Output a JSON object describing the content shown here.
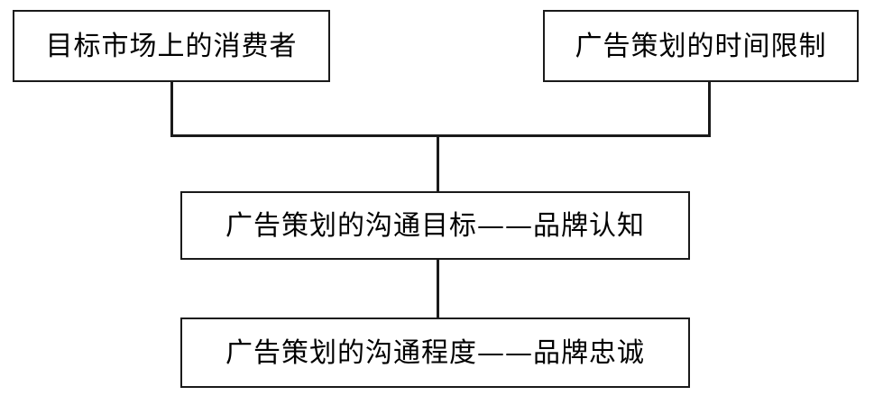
{
  "diagram": {
    "type": "flowchart",
    "orientation": "top-down",
    "background_color": "#ffffff",
    "line_color": "#1a1a1a",
    "text_color": "#000000",
    "nodes": [
      {
        "id": "consumers",
        "label": "目标市场上的消费者",
        "shape": "rectangle",
        "row": "top",
        "column": "left"
      },
      {
        "id": "timelimit",
        "label": "广告策划的时间限制",
        "shape": "rectangle",
        "row": "top",
        "column": "right"
      },
      {
        "id": "goal",
        "label": "广告策划的沟通目标——品牌认知",
        "shape": "rectangle",
        "row": "middle",
        "column": "center"
      },
      {
        "id": "degree",
        "label": "广告策划的沟通程度——品牌忠诚",
        "shape": "rectangle",
        "row": "bottom",
        "column": "center"
      }
    ],
    "connectors": [
      {
        "id": "left-drop",
        "from": "consumers",
        "to": "bus",
        "style": "elbow"
      },
      {
        "id": "right-drop",
        "from": "timelimit",
        "to": "bus",
        "style": "elbow"
      },
      {
        "id": "bus",
        "from": "bus",
        "to": "bus",
        "style": "horizontal-join"
      },
      {
        "id": "bus-to-goal",
        "from": "bus",
        "to": "goal",
        "style": "vertical"
      },
      {
        "id": "goal-to-deg",
        "from": "goal",
        "to": "degree",
        "style": "vertical"
      }
    ]
  }
}
